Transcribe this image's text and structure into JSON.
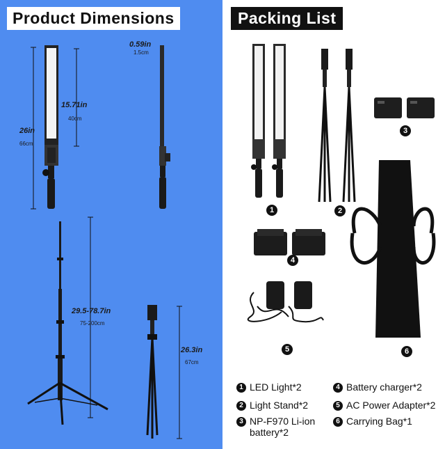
{
  "left_panel": {
    "title": "Product Dimensions",
    "bg_color": "#4f8cf0",
    "led": {
      "total_in": "26in",
      "total_cm": "66cm",
      "panel_in": "15.71in",
      "panel_cm": "40cm",
      "width_in": "0.59in",
      "width_cm": "1.5cm"
    },
    "stand": {
      "extended_in": "29.5-78.7in",
      "extended_cm": "75-200cm",
      "folded_in": "26.3in",
      "folded_cm": "67cm"
    }
  },
  "right_panel": {
    "title": "Packing List",
    "item_numbers": [
      "1",
      "2",
      "3",
      "4",
      "5",
      "6"
    ],
    "legend": [
      {
        "num": "1",
        "text": "LED Light*2"
      },
      {
        "num": "2",
        "text": "Light Stand*2"
      },
      {
        "num": "3",
        "text": "NP-F970 Li-ion",
        "text2": "battery*2"
      },
      {
        "num": "4",
        "text": "Battery charger*2"
      },
      {
        "num": "5",
        "text": "AC Power Adapter*2"
      },
      {
        "num": "6",
        "text": "Carrying Bag*1"
      }
    ]
  }
}
